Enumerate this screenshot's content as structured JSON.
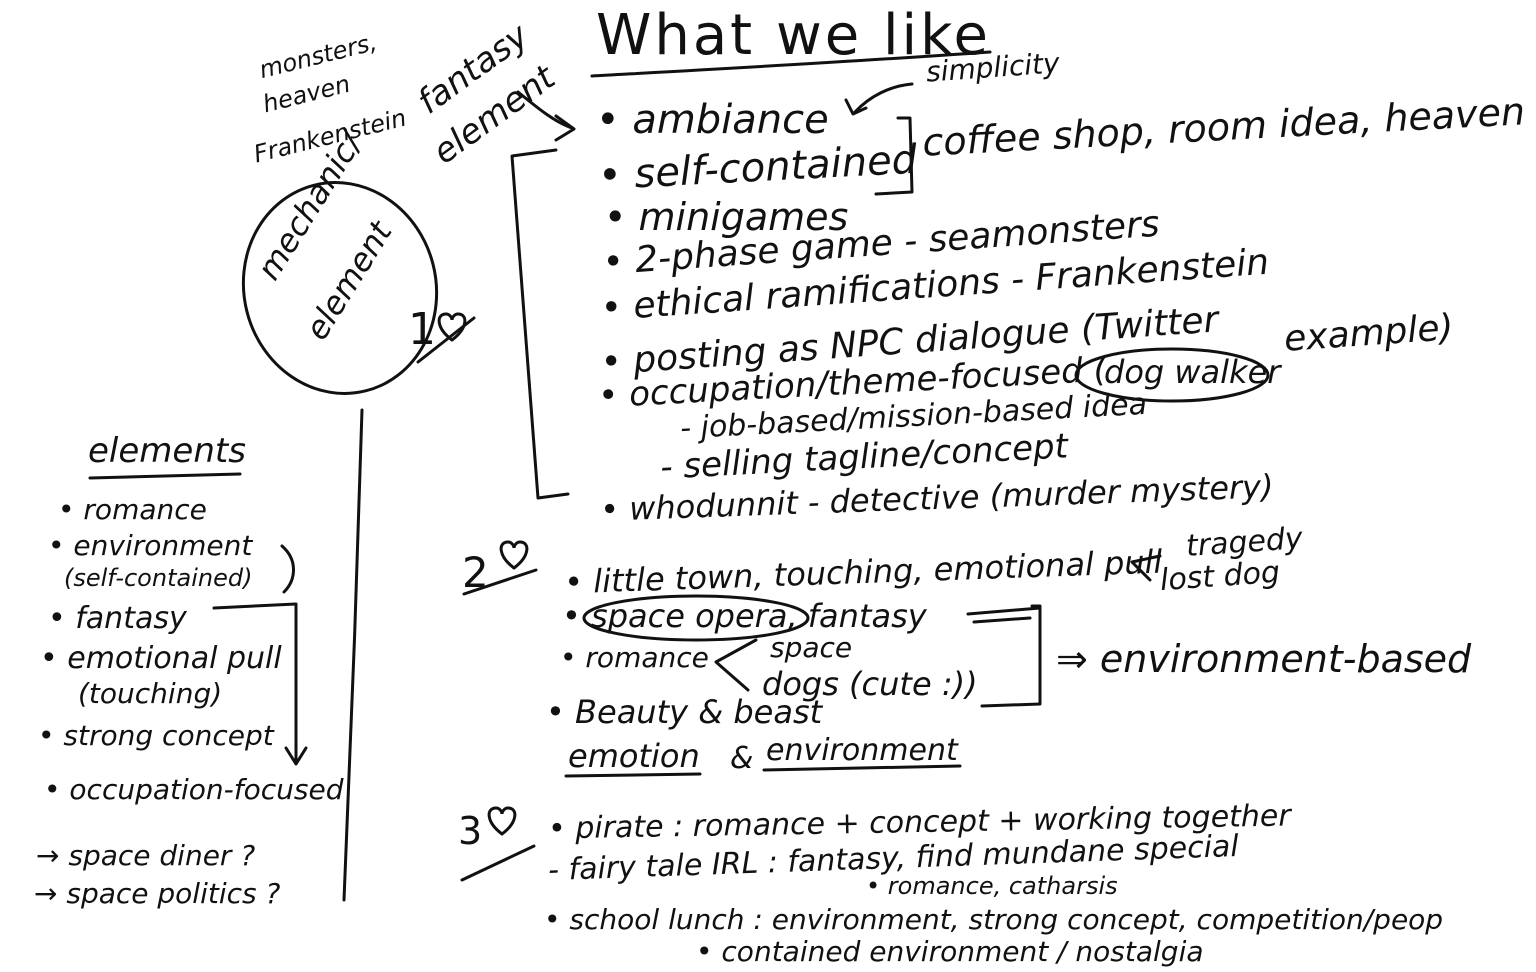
{
  "title": "What we like",
  "fantasy_note": {
    "topics": [
      "monsters,",
      "heaven",
      "Frankenstein"
    ],
    "element": [
      "fantasy",
      "element"
    ]
  },
  "simplicity_note": "simplicity",
  "mechanic_label": [
    "mechanic/",
    "element"
  ],
  "rank1_label": "1",
  "rank2_label": "2",
  "rank3_label": "3",
  "likes": [
    "ambiance",
    "self-contained",
    "minigames",
    "2-phase game - seamonsters",
    "ethical ramifications - Frankenstein",
    "posting as NPC dialogue (Twitter",
    "occupation/theme-focused (",
    "dog walker",
    "example)",
    "- job-based/mission-based idea",
    "- selling tagline/concept",
    "whodunnit - detective (murder mystery)"
  ],
  "self_contained_examples": "coffee shop, room idea, heaven",
  "rank2": {
    "items": [
      "little town, touching, emotional pull",
      "space opera",
      ", fantasy",
      "romance",
      "space",
      "dogs (cute :))",
      "Beauty & beast"
    ],
    "tragedy_note": [
      "tragedy",
      "lost dog"
    ],
    "environment_based": "⇒ environment-based",
    "emotion": "emotion",
    "ampersand": "&",
    "environment": "environment"
  },
  "rank3": [
    "pirate : romance + concept + working together",
    "fairy tale IRL : fantasy, find mundane special",
    "• romance, catharsis",
    "school lunch : environment, strong concept, competition/peop",
    "• contained environment / nostalgia"
  ],
  "elements": {
    "heading": "elements",
    "items": [
      "romance",
      "environment",
      "(self-contained)",
      "fantasy",
      "emotional pull",
      "(touching)",
      "strong concept",
      "occupation-focused"
    ]
  },
  "questions": [
    "→ space diner ?",
    "→ space politics ?"
  ]
}
